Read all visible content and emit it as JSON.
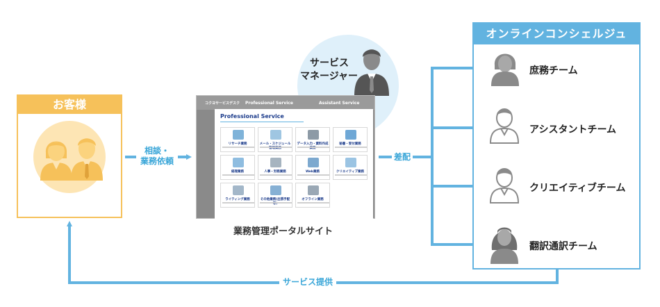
{
  "customer": {
    "title": "お客様"
  },
  "consult_label": [
    "相談・",
    "業務依頼"
  ],
  "portal": {
    "caption": "業務管理ポータルサイト",
    "breadcrumb": "コクヨサービスデスク",
    "tab_professional": "Professional Service",
    "tab_assistant": "Assistant Service",
    "heading": "Professional Service",
    "cards": [
      {
        "label": "リサーチ業務",
        "color": "#7fb3d9"
      },
      {
        "label": "メール・スケジュール管理業務",
        "color": "#9fc6e2"
      },
      {
        "label": "データ入力・資料作成業務",
        "color": "#8d9aa6"
      },
      {
        "label": "秘書・受付業務",
        "color": "#6fa8d6"
      },
      {
        "label": "経理業務",
        "color": "#8fbde0"
      },
      {
        "label": "人事・労務業務",
        "color": "#a6b4c0"
      },
      {
        "label": "Web業務",
        "color": "#7da9cf"
      },
      {
        "label": "クリエイティブ業務",
        "color": "#9bc4e3"
      },
      {
        "label": "ライティング業務",
        "color": "#a3b7c9"
      },
      {
        "label": "その他業務(出張手配等)",
        "color": "#86b0d4"
      },
      {
        "label": "オフライン業務",
        "color": "#9aa8b5"
      }
    ]
  },
  "manager": {
    "label": [
      "サービス",
      "マネージャー"
    ]
  },
  "dispatch_label": "差配",
  "concierge": {
    "title": "オンラインコンシェルジュ",
    "teams": [
      "庶務チーム",
      "アシスタントチーム",
      "クリエイティブチーム",
      "翻訳通訳チーム"
    ]
  },
  "provide_label": "サービス提供",
  "colors": {
    "blue": "#62b3e0",
    "orange": "#f6c15a",
    "gray_icon": "#8a8a8a"
  }
}
